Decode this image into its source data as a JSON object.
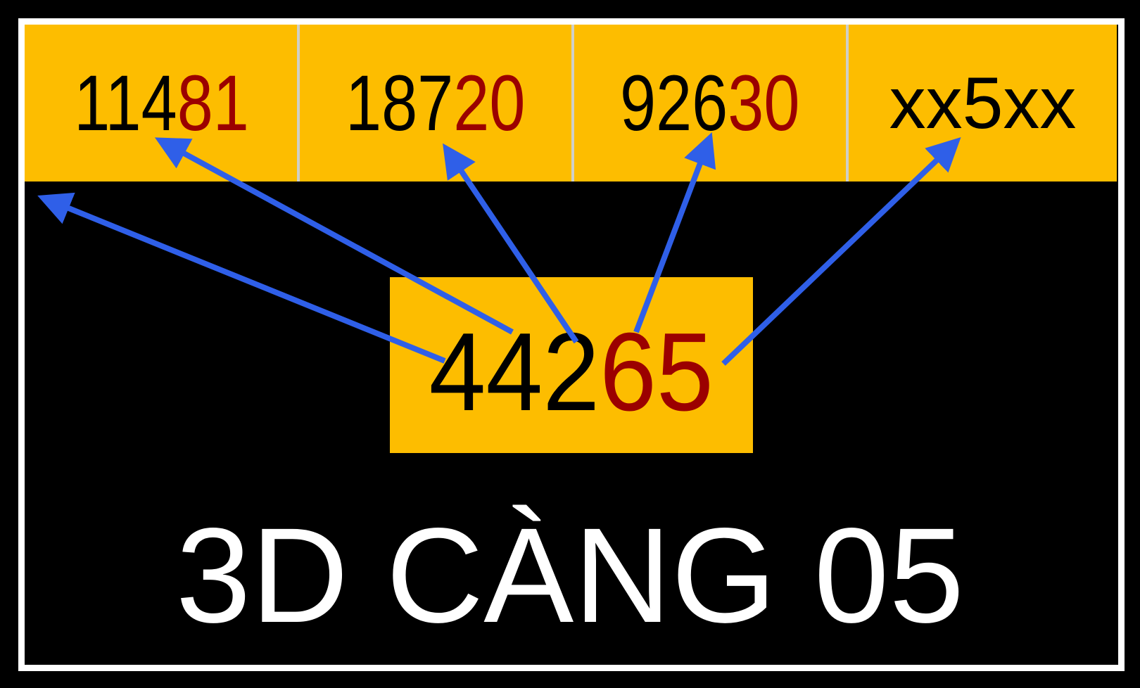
{
  "top_numbers": [
    {
      "black": "114",
      "red": "81"
    },
    {
      "black": "187",
      "red": "20"
    },
    {
      "black": "926",
      "red": "30"
    },
    {
      "black": "xx5xx",
      "red": ""
    }
  ],
  "center_number": {
    "black": "442",
    "red": "65"
  },
  "title": "3D CÀNG 05",
  "colors": {
    "yellow": "#fdbd00",
    "red": "#9b0000",
    "arrow": "#2f5fe8"
  }
}
